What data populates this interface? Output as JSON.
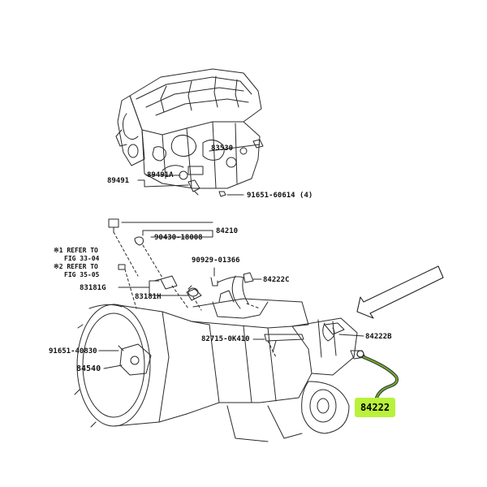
{
  "labels": {
    "p83530": "83530",
    "p89491": "89491",
    "p89491a": "89491A",
    "p91651_60614": "91651-60614 (4)",
    "p84210": "84210",
    "p90430": "90430-18008",
    "note1a": "※1 REFER TO",
    "note1b": "FIG 33-04",
    "note2a": "※2 REFER TO",
    "note2b": "FIG 35-05",
    "p90929": "90929-01366",
    "p84222c": "84222C",
    "p83181g": "83181G",
    "p83181h": "83181H",
    "p84222b": "84222B",
    "p82715": "82715-0K410",
    "p91651_40830": "91651-40830",
    "p84540": "84540",
    "p84222": "84222"
  },
  "colors": {
    "line": "#2a2a2a",
    "highlight": "#b9f23a",
    "harness_green": "#6fa832"
  }
}
